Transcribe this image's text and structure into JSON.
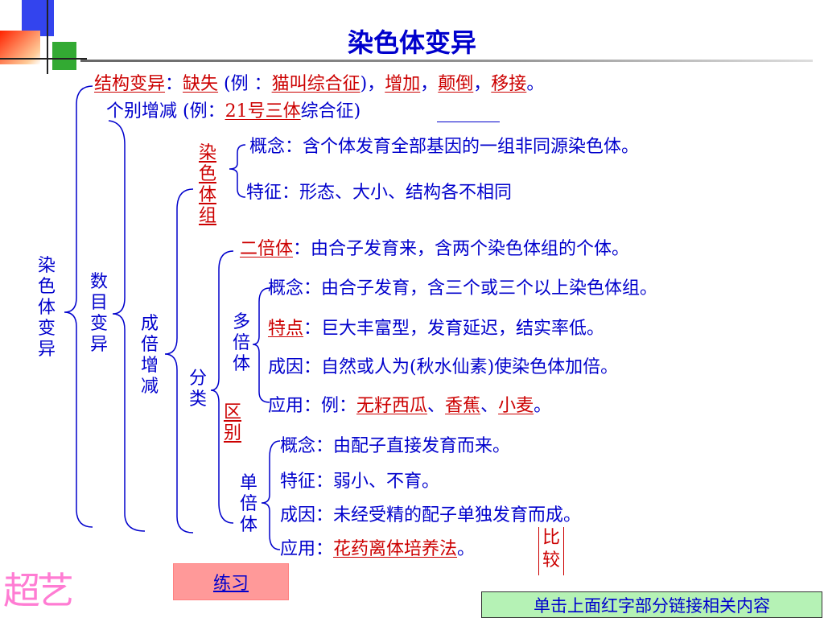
{
  "title": "染色体变异",
  "logo_text": "超艺",
  "root_label": "染色体变异",
  "structural": {
    "label": "结构变异",
    "colon": "：",
    "missing": "缺失",
    "example_open": "(例 ：",
    "example_name": "猫叫综合征",
    "example_close": ")，",
    "add": "增加",
    "sep1": "，",
    "invert": "颠倒",
    "sep2": "，",
    "translocate": "移接",
    "end": "。"
  },
  "numeric_label": "数目变异",
  "individual": {
    "prefix": "个别增减 (例：",
    "highlight": "21号三体",
    "suffix": "综合征)"
  },
  "multiple_label": "成倍增减",
  "chromosome_set": {
    "label": "染色体组",
    "concept": "概念：含个体发育全部基因的一组非同源染色体。",
    "feature": "特征：形态、大小、结构各不相同"
  },
  "classify_label": "分类",
  "distinguish_label": "区别",
  "diploid": {
    "label": "二倍体",
    "text": "：由合子发育来，含两个染色体组的个体。"
  },
  "polyploid": {
    "label": "多倍体",
    "concept": "概念：由合子发育，含三个或三个以上染色体组。",
    "trait_label": "特点",
    "trait_text": "：巨大丰富型，发育延迟，结实率低。",
    "cause": "成因：自然或人为(秋水仙素)使染色体加倍。",
    "use_prefix": "应用：例：",
    "ex1": "无籽西瓜",
    "sep1": "、",
    "ex2": "香蕉",
    "sep2": "、",
    "ex3": "小麦",
    "end": "。"
  },
  "haploid": {
    "label": "单倍体",
    "concept": "概念：由配子直接发育而来。",
    "feature": "特征：弱小、不育。",
    "cause": "成因：未经受精的配子单独发育而成。",
    "use_prefix": "应用：",
    "method": "花药离体培养法",
    "end": "。"
  },
  "compare_label": "比较",
  "practice_button": "练习",
  "hint_text": "单击上面红字部分链接相关内容",
  "colors": {
    "text_blue": "#0000cc",
    "link_red": "#cc0000",
    "button_pink": "#ff9999",
    "hint_green": "#b5f2b5",
    "deco_blue": "#3344ee",
    "deco_green": "#33aa33",
    "deco_red": "#ff3300"
  }
}
